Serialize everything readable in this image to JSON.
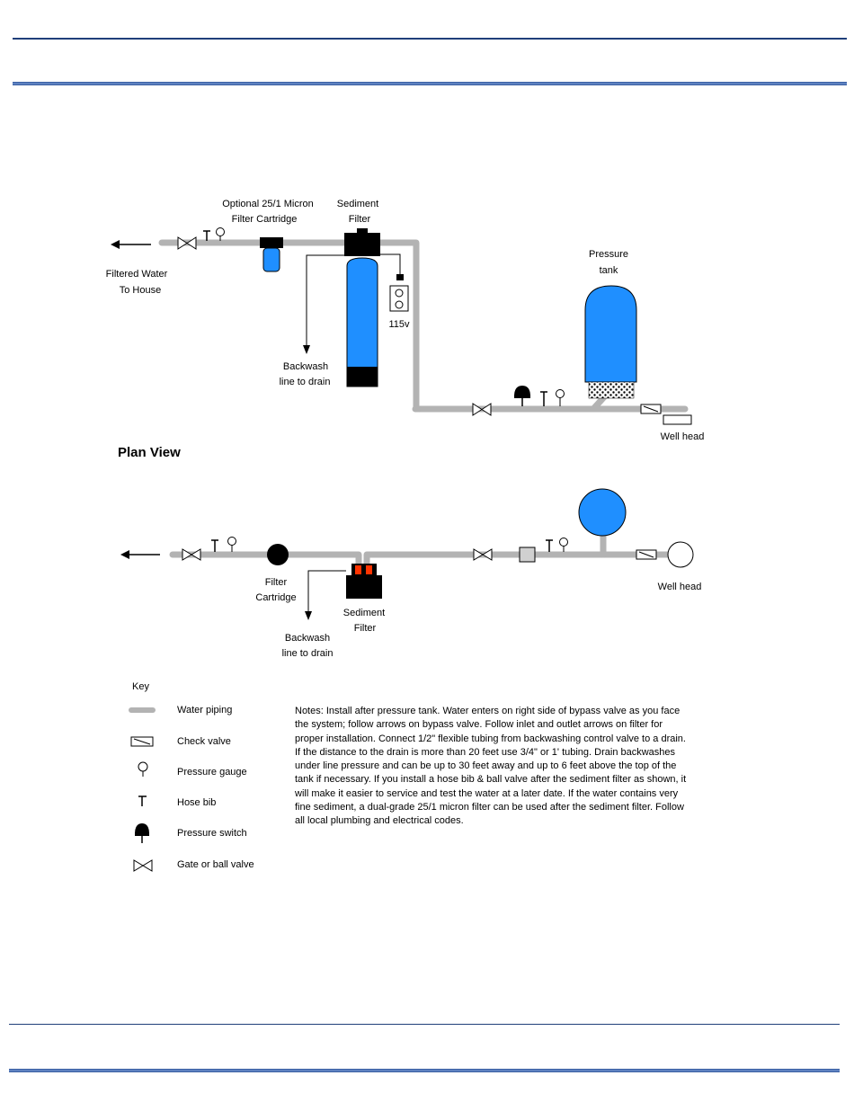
{
  "elevation": {
    "cartridge_label": [
      "Optional 25/1 Micron",
      "Filter Cartridge"
    ],
    "sediment_label": [
      "Sediment",
      "Filter"
    ],
    "outlet_label": [
      "Filtered Water",
      "To House"
    ],
    "tank_label": [
      "Pressure",
      "tank"
    ],
    "power_label": "115v",
    "backwash_label": [
      "Backwash",
      "line to drain"
    ],
    "wellhead_label": "Well head"
  },
  "plan": {
    "title": "Plan View",
    "cartridge_label": [
      "Filter",
      "Cartridge"
    ],
    "sediment_label": [
      "Sediment",
      "Filter"
    ],
    "backwash_label": [
      "Backwash",
      "line to drain"
    ],
    "wellhead_label": "Well head"
  },
  "key": {
    "title": "Key",
    "items": [
      "Water piping",
      "Check valve",
      "Pressure gauge",
      "Hose bib",
      "Pressure switch",
      "Gate or ball valve"
    ]
  },
  "notes": "Notes: Install after pressure tank. Water enters on right side of bypass valve as you face the system; follow arrows on bypass valve. Follow inlet and outlet arrows on filter for proper installation. Connect 1/2\" flexible tubing from backwashing control valve to a drain. If the distance to the drain is more than 20 feet use 3/4\" or 1' tubing. Drain backwashes under line pressure and can be up to 30 feet away and up to 6 feet above the top of the tank if necessary. If you install a hose bib & ball valve after the sediment filter as shown, it will make it easier to service and test the water at a later date.  If the water contains very fine sediment, a dual-grade 25/1 micron filter can be used after the sediment filter.  Follow all local plumbing and electrical codes.",
  "colors": {
    "pipe": "#b3b3b3",
    "blue": "#1f8fff",
    "black": "#000000",
    "header_rule": "#1f3f7a"
  }
}
